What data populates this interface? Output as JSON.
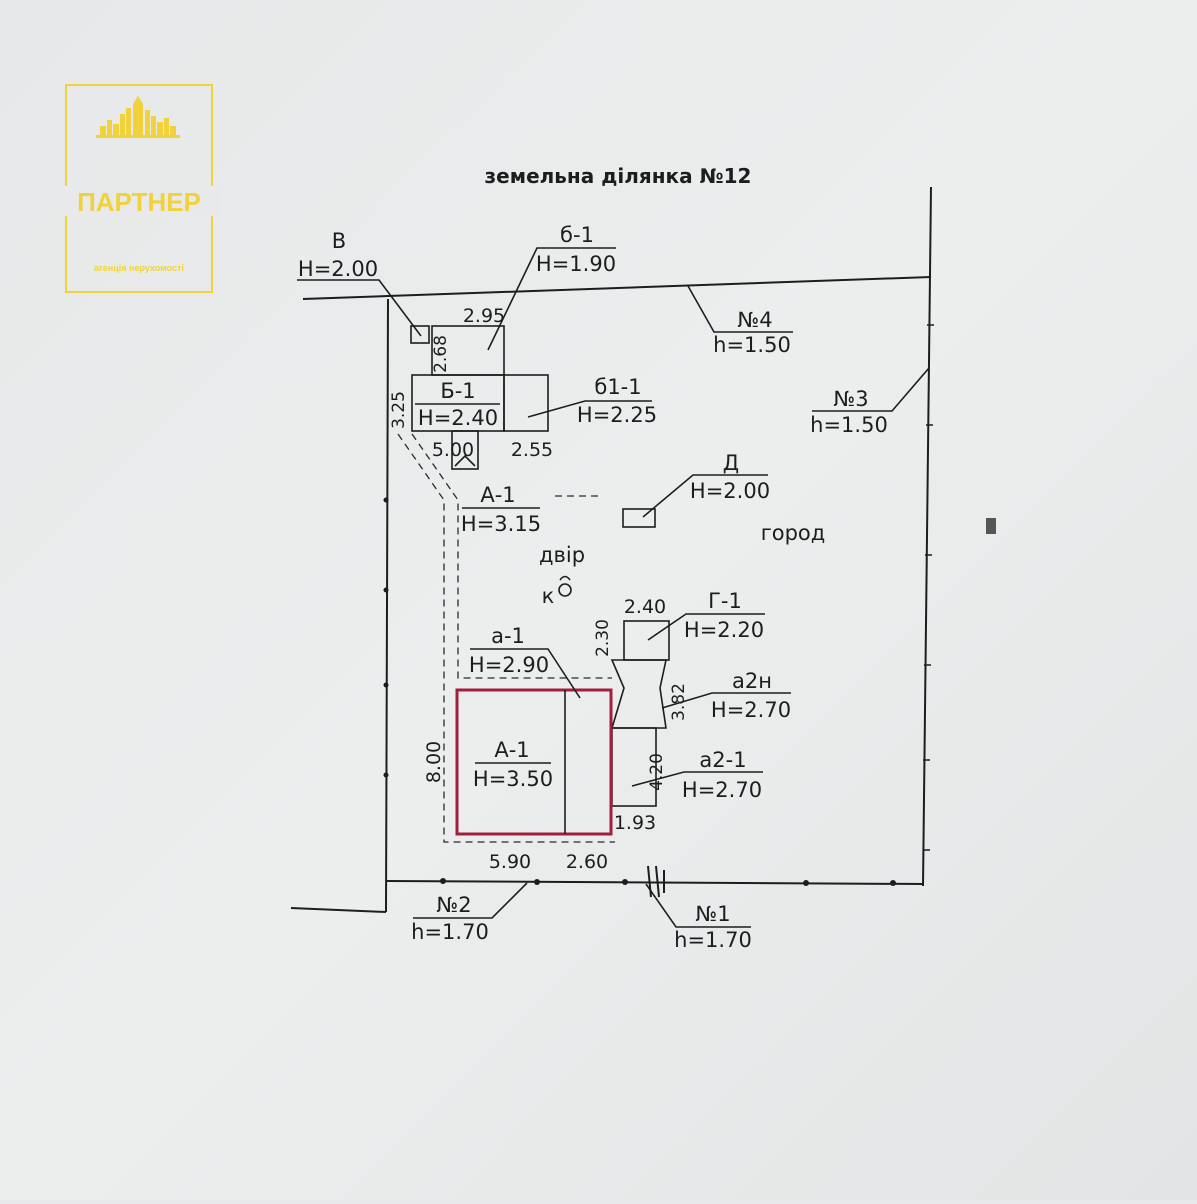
{
  "title": "земельна ділянка №12",
  "logo": {
    "brand": "ПАРТНЕР",
    "tagline": "агенція нерухомості",
    "color": "#f2d23c"
  },
  "colors": {
    "line": "#1d1d1d",
    "highlight": "#a0203c",
    "paper": "#e7e9ea"
  },
  "labels": {
    "v": {
      "name": "В",
      "h": "Н=2.00"
    },
    "b1": {
      "name": "б-1",
      "h": "Н=1.90"
    },
    "B1": {
      "name": "Б-1",
      "h": "Н=2.40"
    },
    "b11": {
      "name": "б1-1",
      "h": "Н=2.25"
    },
    "n4": {
      "name": "№4",
      "h": "h=1.50"
    },
    "n3": {
      "name": "№3",
      "h": "h=1.50"
    },
    "A1top": {
      "name": "А-1",
      "h": "Н=3.15"
    },
    "D": {
      "name": "Д",
      "h": "Н=2.00"
    },
    "G1": {
      "name": "Г-1",
      "h": "Н=2.20"
    },
    "a1": {
      "name": "а-1",
      "h": "Н=2.90"
    },
    "a2n": {
      "name": "а2н",
      "h": "Н=2.70"
    },
    "A1": {
      "name": "А-1",
      "h": "Н=3.50"
    },
    "a21": {
      "name": "а2-1",
      "h": "Н=2.70"
    },
    "n2": {
      "name": "№2",
      "h": "h=1.70"
    },
    "n1": {
      "name": "№1",
      "h": "h=1.70"
    }
  },
  "words": {
    "yard": "двір",
    "garden": "город",
    "well": "к"
  },
  "dimensions": {
    "d295": "2.95",
    "d268": "2.68",
    "d325": "3.25",
    "d500": "5.00",
    "d255": "2.55",
    "d240": "2.40",
    "d230": "2.30",
    "d382": "3.82",
    "d420": "4.20",
    "d800": "8.00",
    "d590": "5.90",
    "d260": "2.60",
    "d193": "1.93"
  }
}
